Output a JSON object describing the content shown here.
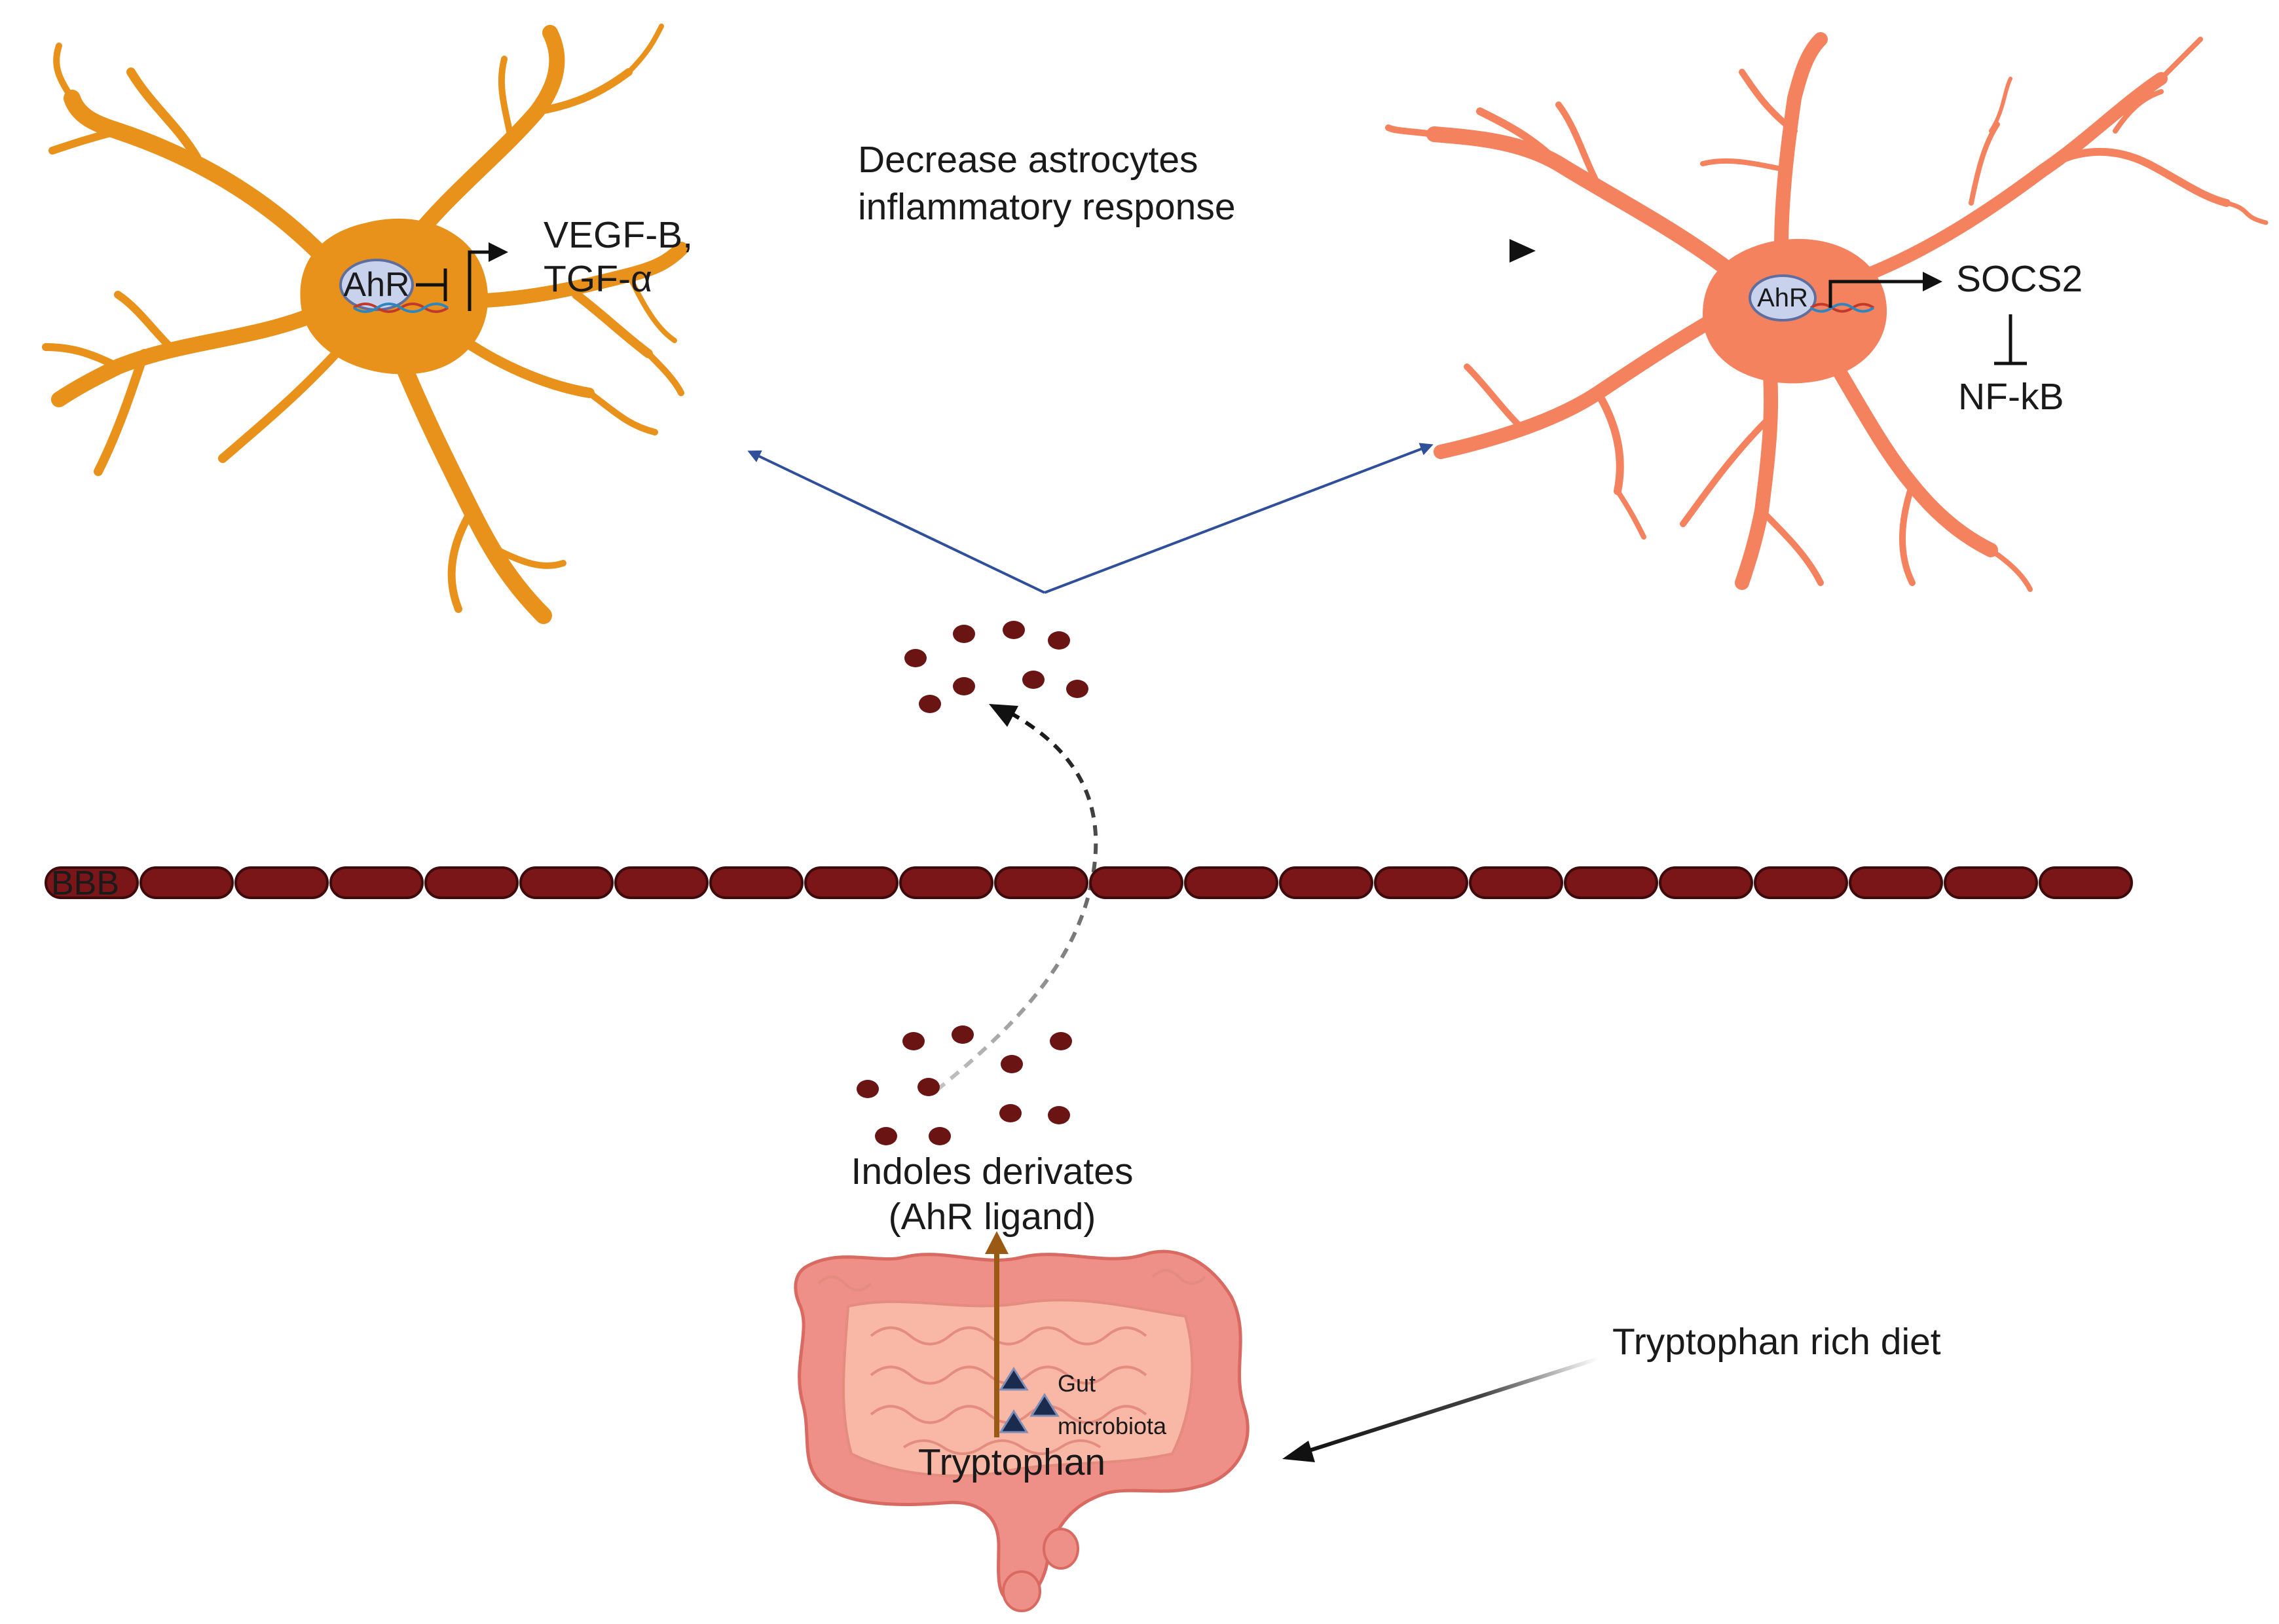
{
  "labels": {
    "arrow_top_line1": "Decrease astrocytes",
    "arrow_top_line2": "inflammatory response",
    "left_ahr": "AhR",
    "left_genes_line1": "VEGF-B,",
    "left_genes_line2": "TGF-α",
    "right_ahr": "AhR",
    "socs2": "SOCS2",
    "nfkb": "NF-kB",
    "bbb": "BBB",
    "indoles_line1": "Indoles derivates",
    "indoles_line2": "(AhR ligand)",
    "gut_microbiota_line1": "Gut",
    "gut_microbiota_line2": "microbiota",
    "tryptophan": "Tryptophan",
    "diet": "Tryptophan rich diet"
  },
  "colors": {
    "left_astrocyte": "#E8921C",
    "right_astrocyte": "#F5825F",
    "bbb_cells": "#7A1618",
    "ligand_dots": "#6B1414",
    "blue_arrows": "#2F4F9A",
    "gut_outer": "#EE8F88",
    "gut_inner": "#F9B7A6",
    "brown_arrow": "#9A5A14",
    "microbiota": "#1B2B4D"
  },
  "icons": {
    "left_cell": "astrocyte-icon",
    "right_cell": "reactive-astrocyte-icon",
    "barrier": "blood-brain-barrier-icon",
    "intestine": "intestine-icon",
    "microbes": "triangle-microbe-icon"
  }
}
